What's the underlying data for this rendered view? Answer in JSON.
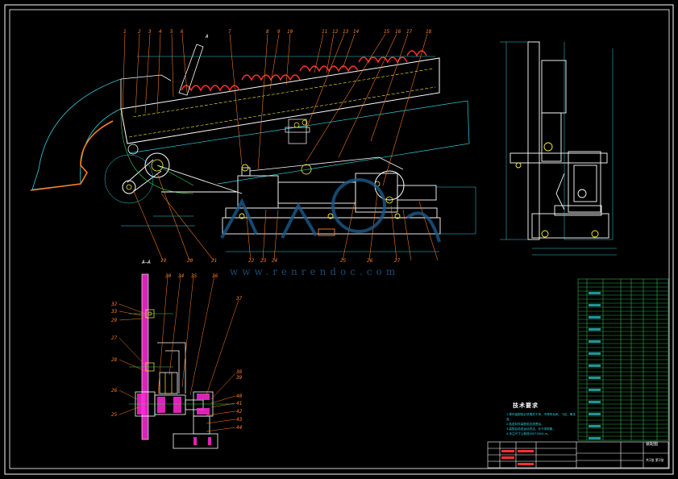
{
  "drawing": {
    "background": "#000000",
    "line_colors": {
      "frame": "#ffffff",
      "outline": "#ffffff",
      "annotation": "#ff7f20",
      "hidden": "#ffee33",
      "center": "#39d353",
      "dimension": "#2fd0e0",
      "hatch": "#ff2bd6",
      "table_green": "#39d353",
      "watermark": "#1a5a8c"
    }
  },
  "main_view": {
    "top_balloons": [
      "1",
      "2",
      "3",
      "4",
      "5",
      "6",
      "7",
      "8",
      "9",
      "10",
      "11",
      "12",
      "13",
      "14",
      "15",
      "16",
      "17",
      "18"
    ],
    "bottom_balloons": [
      "19",
      "20",
      "21",
      "22",
      "23",
      "24",
      "25",
      "26",
      "27"
    ],
    "section_marker": "A"
  },
  "section_view": {
    "title": "A—A",
    "left_balloons": [
      "32",
      "33",
      "29",
      "27",
      "28",
      "26",
      "25"
    ],
    "top_balloons": [
      "30",
      "34",
      "35",
      "36",
      "37"
    ],
    "right_balloons": [
      "38",
      "39",
      "40",
      "41",
      "42",
      "43",
      "44"
    ]
  },
  "tech_requirements": {
    "title": "技术要求",
    "lines": [
      "1.零件装配前必须清洗干净，不得有毛刺、飞边、氧化皮。",
      "2.各密封件装配前应浸透油。",
      "3.装配后检查运动灵活，无卡滞现象。",
      "4.未注尺寸公差按GB/T1804-m。"
    ]
  },
  "title_block": {
    "label": "装配图",
    "sheet": "共1张 第1张"
  },
  "watermark": {
    "text": "www.renrendoc.com"
  }
}
